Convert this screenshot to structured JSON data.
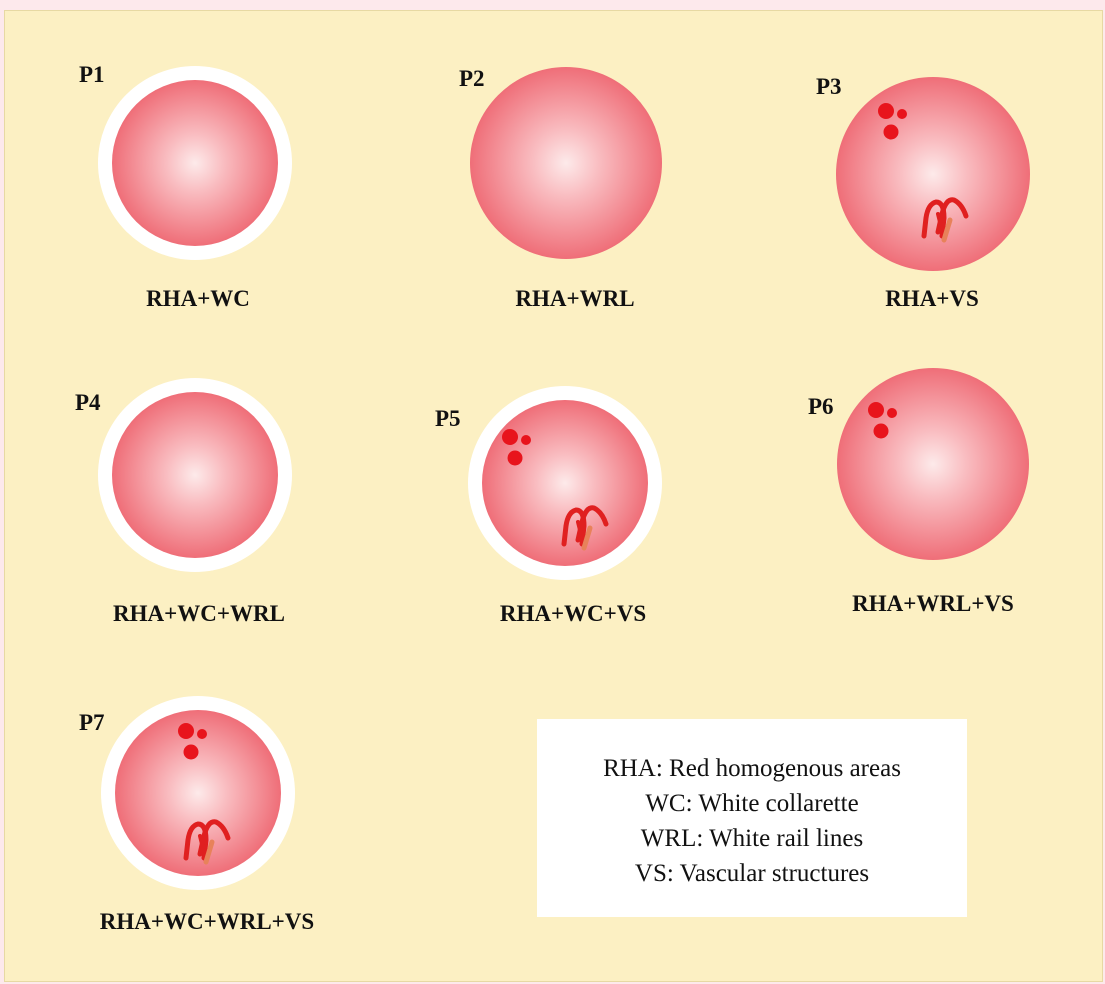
{
  "panels": [
    {
      "id": "P1",
      "caption": "RHA+WC"
    },
    {
      "id": "P2",
      "caption": "RHA+WRL"
    },
    {
      "id": "P3",
      "caption": "RHA+VS"
    },
    {
      "id": "P4",
      "caption": "RHA+WC+WRL"
    },
    {
      "id": "P5",
      "caption": "RHA+WC+VS"
    },
    {
      "id": "P6",
      "caption": "RHA+WRL+VS"
    },
    {
      "id": "P7",
      "caption": "RHA+WC+WRL+VS"
    }
  ],
  "legend": [
    "RHA: Red homogenous areas",
    "WC: White collarette",
    "WRL: White rail lines",
    "VS: Vascular structures"
  ],
  "colors": {
    "background": "#fcf0c3",
    "lesion_center": "#fde9ea",
    "lesion_edge": "#ef6e78",
    "collarette": "#ffffff",
    "dots": "#e8141c",
    "vessels": "#e02020",
    "vessel_accent": "#e8825a",
    "legend_bg": "#ffffff"
  }
}
